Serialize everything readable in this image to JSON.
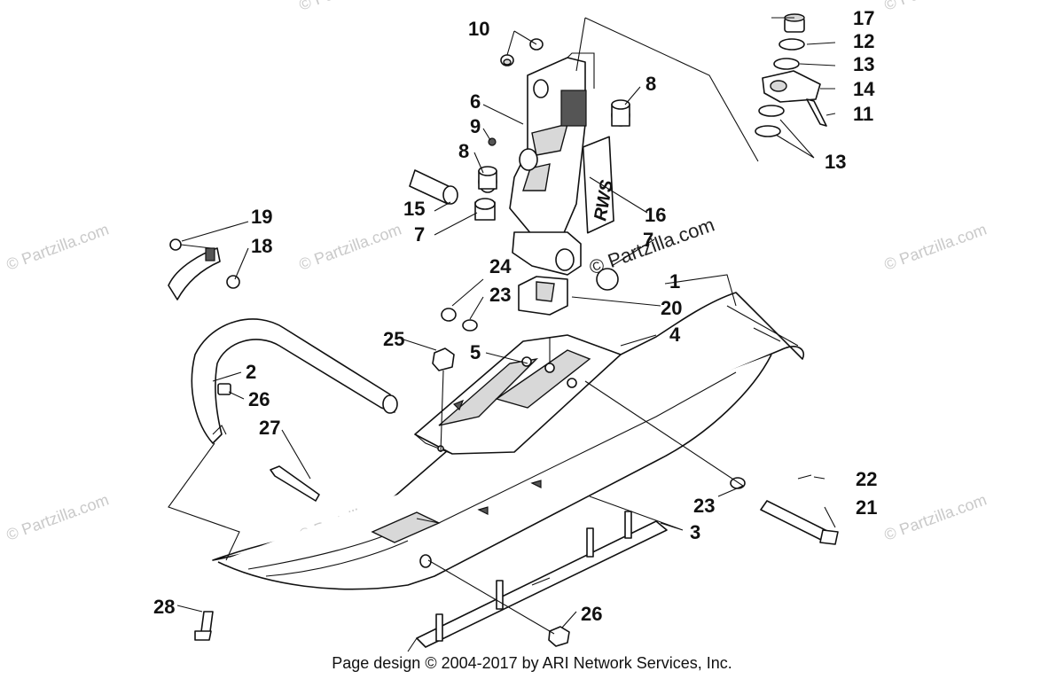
{
  "callouts": {
    "c1": "1",
    "c2": "2",
    "c3": "3",
    "c4": "4",
    "c5": "5",
    "c6": "6",
    "c7a": "7",
    "c7b": "7",
    "c8a": "8",
    "c8b": "8",
    "c9": "9",
    "c10": "10",
    "c11": "11",
    "c12": "12",
    "c13a": "13",
    "c13b": "13",
    "c14": "14",
    "c15": "15",
    "c16": "16",
    "c17": "17",
    "c18": "18",
    "c19": "19",
    "c20": "20",
    "c21": "21",
    "c22": "22",
    "c23a": "23",
    "c23b": "23",
    "c24": "24",
    "c25": "25",
    "c26a": "26",
    "c26b": "26",
    "c27": "27",
    "c28": "28"
  },
  "decal_text": "RWS",
  "watermark_text": "© Partzilla.com",
  "credit": "Page design © 2004-2017 by ARI Network Services, Inc."
}
